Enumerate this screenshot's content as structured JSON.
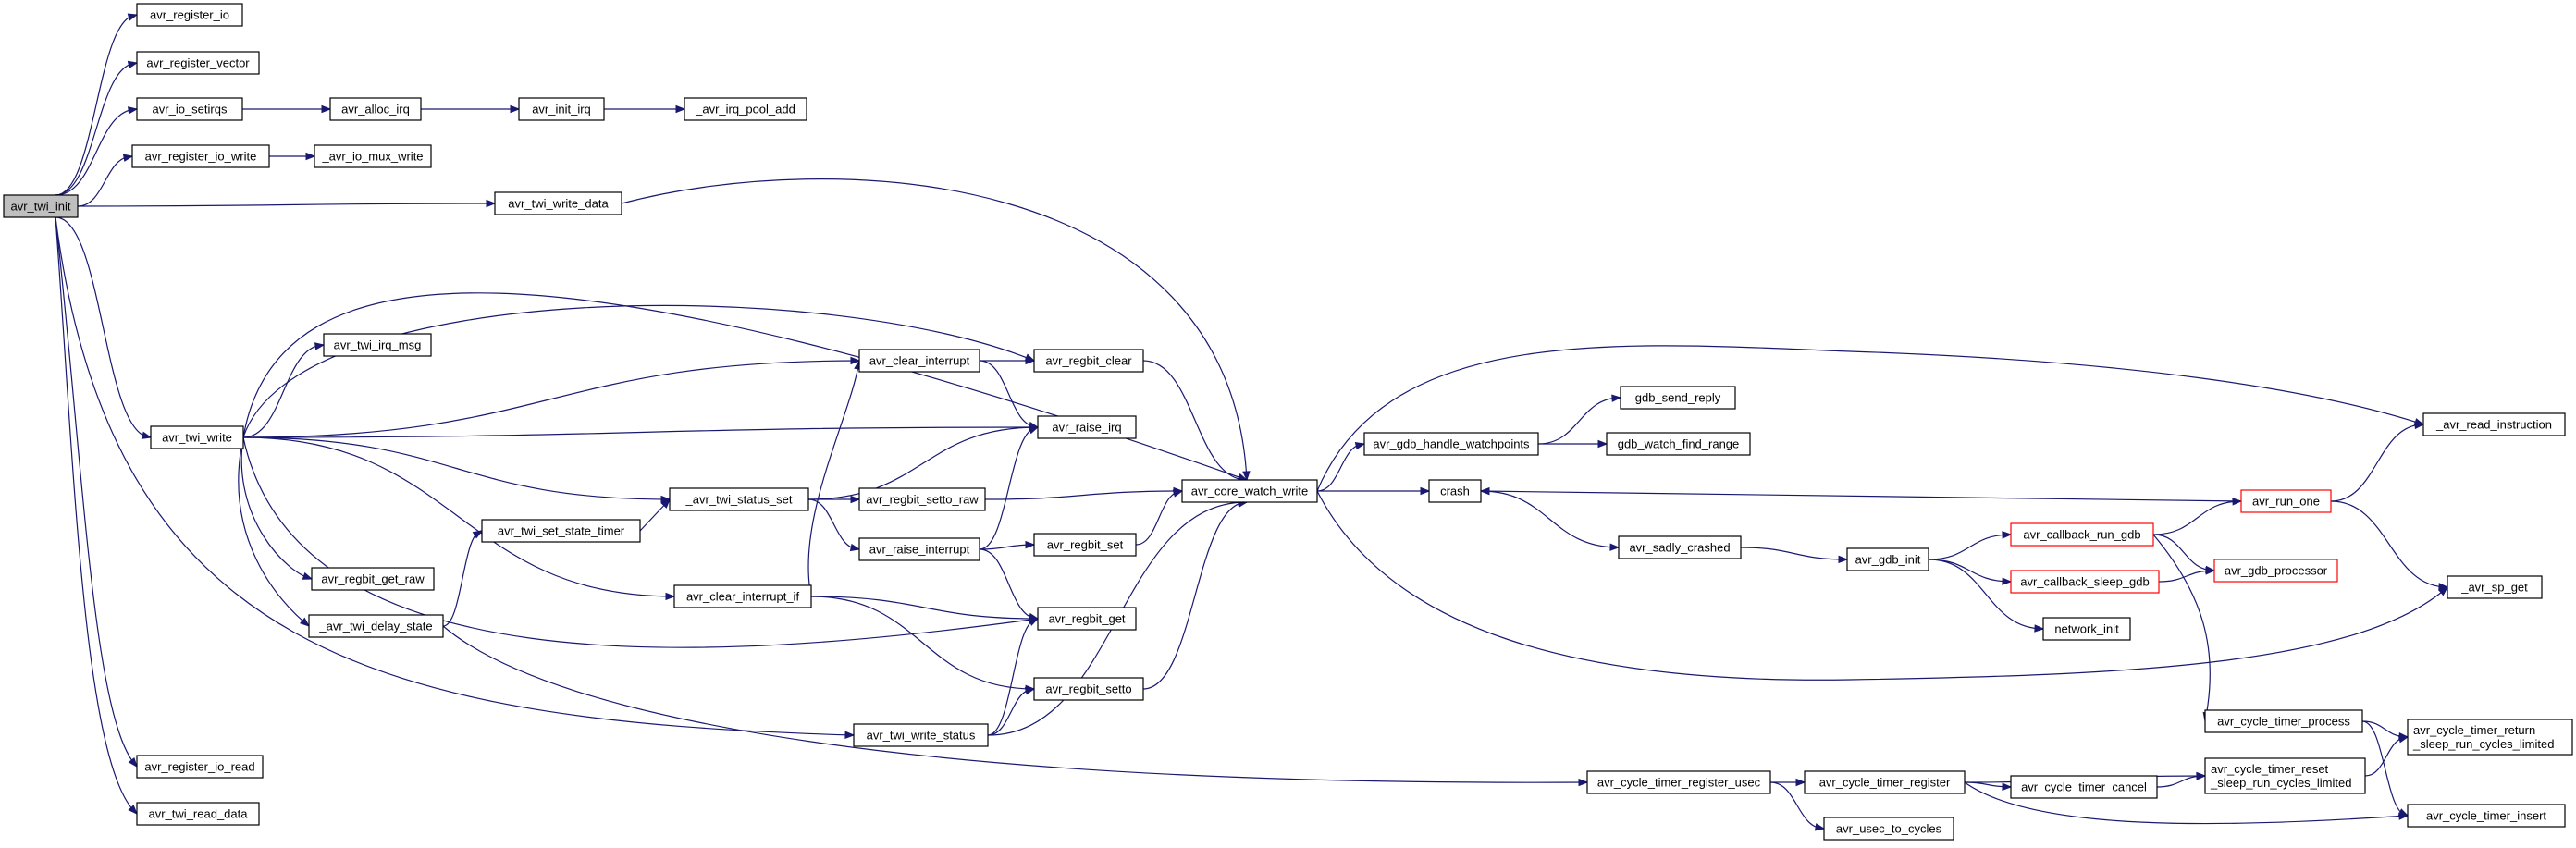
{
  "graph": {
    "root": "avr_twi_init",
    "nodes": [
      {
        "id": "avr_twi_init",
        "lines": [
          "avr_twi_init"
        ],
        "style": "root"
      },
      {
        "id": "avr_register_io",
        "lines": [
          "avr_register_io"
        ]
      },
      {
        "id": "avr_register_vector",
        "lines": [
          "avr_register_vector"
        ]
      },
      {
        "id": "avr_io_setirqs",
        "lines": [
          "avr_io_setirqs"
        ]
      },
      {
        "id": "avr_alloc_irq",
        "lines": [
          "avr_alloc_irq"
        ]
      },
      {
        "id": "avr_init_irq",
        "lines": [
          "avr_init_irq"
        ]
      },
      {
        "id": "_avr_irq_pool_add",
        "lines": [
          "_avr_irq_pool_add"
        ]
      },
      {
        "id": "avr_register_io_write",
        "lines": [
          "avr_register_io_write"
        ]
      },
      {
        "id": "_avr_io_mux_write",
        "lines": [
          "_avr_io_mux_write"
        ]
      },
      {
        "id": "avr_twi_write_data",
        "lines": [
          "avr_twi_write_data"
        ]
      },
      {
        "id": "avr_twi_irq_msg",
        "lines": [
          "avr_twi_irq_msg"
        ]
      },
      {
        "id": "avr_twi_write",
        "lines": [
          "avr_twi_write"
        ]
      },
      {
        "id": "avr_clear_interrupt",
        "lines": [
          "avr_clear_interrupt"
        ]
      },
      {
        "id": "avr_regbit_clear",
        "lines": [
          "avr_regbit_clear"
        ]
      },
      {
        "id": "avr_raise_irq",
        "lines": [
          "avr_raise_irq"
        ]
      },
      {
        "id": "_avr_twi_status_set",
        "lines": [
          "_avr_twi_status_set"
        ]
      },
      {
        "id": "avr_regbit_setto_raw",
        "lines": [
          "avr_regbit_setto_raw"
        ]
      },
      {
        "id": "avr_twi_set_state_timer",
        "lines": [
          "avr_twi_set_state_timer"
        ]
      },
      {
        "id": "avr_raise_interrupt",
        "lines": [
          "avr_raise_interrupt"
        ]
      },
      {
        "id": "avr_regbit_set",
        "lines": [
          "avr_regbit_set"
        ]
      },
      {
        "id": "avr_regbit_get_raw",
        "lines": [
          "avr_regbit_get_raw"
        ]
      },
      {
        "id": "avr_clear_interrupt_if",
        "lines": [
          "avr_clear_interrupt_if"
        ]
      },
      {
        "id": "_avr_twi_delay_state",
        "lines": [
          "_avr_twi_delay_state"
        ]
      },
      {
        "id": "avr_regbit_get",
        "lines": [
          "avr_regbit_get"
        ]
      },
      {
        "id": "avr_regbit_setto",
        "lines": [
          "avr_regbit_setto"
        ]
      },
      {
        "id": "avr_twi_write_status",
        "lines": [
          "avr_twi_write_status"
        ]
      },
      {
        "id": "avr_register_io_read",
        "lines": [
          "avr_register_io_read"
        ]
      },
      {
        "id": "avr_twi_read_data",
        "lines": [
          "avr_twi_read_data"
        ]
      },
      {
        "id": "avr_core_watch_write",
        "lines": [
          "avr_core_watch_write"
        ]
      },
      {
        "id": "avr_gdb_handle_watchpoints",
        "lines": [
          "avr_gdb_handle_watchpoints"
        ]
      },
      {
        "id": "gdb_send_reply",
        "lines": [
          "gdb_send_reply"
        ]
      },
      {
        "id": "gdb_watch_find_range",
        "lines": [
          "gdb_watch_find_range"
        ]
      },
      {
        "id": "crash",
        "lines": [
          "crash"
        ]
      },
      {
        "id": "avr_sadly_crashed",
        "lines": [
          "avr_sadly_crashed"
        ]
      },
      {
        "id": "avr_gdb_init",
        "lines": [
          "avr_gdb_init"
        ]
      },
      {
        "id": "avr_callback_run_gdb",
        "lines": [
          "avr_callback_run_gdb"
        ],
        "style": "truncated"
      },
      {
        "id": "avr_callback_sleep_gdb",
        "lines": [
          "avr_callback_sleep_gdb"
        ],
        "style": "truncated"
      },
      {
        "id": "network_init",
        "lines": [
          "network_init"
        ]
      },
      {
        "id": "avr_gdb_processor",
        "lines": [
          "avr_gdb_processor"
        ],
        "style": "truncated"
      },
      {
        "id": "avr_run_one",
        "lines": [
          "avr_run_one"
        ],
        "style": "truncated"
      },
      {
        "id": "_avr_read_instruction",
        "lines": [
          "_avr_read_instruction"
        ]
      },
      {
        "id": "_avr_sp_get",
        "lines": [
          "_avr_sp_get"
        ]
      },
      {
        "id": "avr_cycle_timer_register_usec",
        "lines": [
          "avr_cycle_timer_register_usec"
        ]
      },
      {
        "id": "avr_cycle_timer_register",
        "lines": [
          "avr_cycle_timer_register"
        ]
      },
      {
        "id": "avr_usec_to_cycles",
        "lines": [
          "avr_usec_to_cycles"
        ]
      },
      {
        "id": "avr_cycle_timer_cancel",
        "lines": [
          "avr_cycle_timer_cancel"
        ]
      },
      {
        "id": "avr_cycle_timer_process",
        "lines": [
          "avr_cycle_timer_process"
        ]
      },
      {
        "id": "avr_cycle_timer_reset_sleep_run_cycles_limited",
        "lines": [
          "avr_cycle_timer_reset",
          "_sleep_run_cycles_limited"
        ]
      },
      {
        "id": "avr_cycle_timer_return_sleep_run_cycles_limited",
        "lines": [
          "avr_cycle_timer_return",
          "_sleep_run_cycles_limited"
        ]
      },
      {
        "id": "avr_cycle_timer_insert",
        "lines": [
          "avr_cycle_timer_insert"
        ]
      }
    ],
    "edges": [
      [
        "avr_twi_init",
        "avr_register_io"
      ],
      [
        "avr_twi_init",
        "avr_register_vector"
      ],
      [
        "avr_twi_init",
        "avr_io_setirqs"
      ],
      [
        "avr_io_setirqs",
        "avr_alloc_irq"
      ],
      [
        "avr_alloc_irq",
        "avr_init_irq"
      ],
      [
        "avr_init_irq",
        "_avr_irq_pool_add"
      ],
      [
        "avr_twi_init",
        "avr_register_io_write"
      ],
      [
        "avr_register_io_write",
        "_avr_io_mux_write"
      ],
      [
        "avr_twi_init",
        "avr_twi_write_data"
      ],
      [
        "avr_twi_write_data",
        "avr_core_watch_write"
      ],
      [
        "avr_twi_init",
        "avr_twi_write"
      ],
      [
        "avr_twi_init",
        "avr_twi_write_status"
      ],
      [
        "avr_twi_init",
        "avr_register_io_read"
      ],
      [
        "avr_twi_init",
        "avr_twi_read_data"
      ],
      [
        "avr_twi_write",
        "avr_twi_irq_msg"
      ],
      [
        "avr_twi_write",
        "avr_clear_interrupt"
      ],
      [
        "avr_twi_write",
        "avr_regbit_clear"
      ],
      [
        "avr_twi_write",
        "avr_core_watch_write"
      ],
      [
        "avr_twi_write",
        "avr_raise_irq"
      ],
      [
        "avr_twi_write",
        "_avr_twi_status_set"
      ],
      [
        "avr_twi_write",
        "avr_clear_interrupt_if"
      ],
      [
        "avr_twi_write",
        "avr_regbit_get_raw"
      ],
      [
        "avr_twi_write",
        "_avr_twi_delay_state"
      ],
      [
        "avr_twi_write",
        "avr_regbit_get"
      ],
      [
        "avr_clear_interrupt",
        "avr_regbit_clear"
      ],
      [
        "avr_clear_interrupt",
        "avr_raise_irq"
      ],
      [
        "avr_regbit_clear",
        "avr_core_watch_write"
      ],
      [
        "_avr_twi_status_set",
        "avr_raise_irq"
      ],
      [
        "_avr_twi_status_set",
        "avr_regbit_setto_raw"
      ],
      [
        "_avr_twi_status_set",
        "avr_raise_interrupt"
      ],
      [
        "avr_regbit_setto_raw",
        "avr_core_watch_write"
      ],
      [
        "avr_twi_set_state_timer",
        "_avr_twi_status_set"
      ],
      [
        "avr_raise_interrupt",
        "avr_raise_irq"
      ],
      [
        "avr_raise_interrupt",
        "avr_regbit_set"
      ],
      [
        "avr_raise_interrupt",
        "avr_regbit_get"
      ],
      [
        "avr_regbit_set",
        "avr_core_watch_write"
      ],
      [
        "_avr_twi_delay_state",
        "avr_twi_set_state_timer"
      ],
      [
        "_avr_twi_delay_state",
        "avr_cycle_timer_register_usec"
      ],
      [
        "avr_clear_interrupt_if",
        "avr_clear_interrupt"
      ],
      [
        "avr_clear_interrupt_if",
        "avr_regbit_get"
      ],
      [
        "avr_clear_interrupt_if",
        "avr_regbit_setto"
      ],
      [
        "avr_regbit_setto",
        "avr_core_watch_write"
      ],
      [
        "avr_twi_write_status",
        "avr_regbit_get"
      ],
      [
        "avr_twi_write_status",
        "avr_regbit_setto"
      ],
      [
        "avr_twi_write_status",
        "avr_core_watch_write"
      ],
      [
        "avr_core_watch_write",
        "avr_gdb_handle_watchpoints"
      ],
      [
        "avr_core_watch_write",
        "crash"
      ],
      [
        "avr_core_watch_write",
        "_avr_read_instruction"
      ],
      [
        "avr_core_watch_write",
        "_avr_sp_get"
      ],
      [
        "avr_gdb_handle_watchpoints",
        "gdb_send_reply"
      ],
      [
        "avr_gdb_handle_watchpoints",
        "gdb_watch_find_range"
      ],
      [
        "crash",
        "avr_sadly_crashed"
      ],
      [
        "avr_sadly_crashed",
        "avr_gdb_init"
      ],
      [
        "avr_gdb_init",
        "avr_callback_run_gdb"
      ],
      [
        "avr_gdb_init",
        "avr_callback_sleep_gdb"
      ],
      [
        "avr_gdb_init",
        "network_init"
      ],
      [
        "avr_callback_run_gdb",
        "avr_run_one"
      ],
      [
        "avr_callback_run_gdb",
        "avr_gdb_processor"
      ],
      [
        "avr_callback_run_gdb",
        "avr_cycle_timer_process"
      ],
      [
        "avr_callback_sleep_gdb",
        "avr_gdb_processor"
      ],
      [
        "avr_run_one",
        "crash"
      ],
      [
        "avr_run_one",
        "_avr_read_instruction"
      ],
      [
        "avr_run_one",
        "_avr_sp_get"
      ],
      [
        "avr_cycle_timer_register_usec",
        "avr_cycle_timer_register"
      ],
      [
        "avr_cycle_timer_register_usec",
        "avr_usec_to_cycles"
      ],
      [
        "avr_cycle_timer_register",
        "avr_cycle_timer_cancel"
      ],
      [
        "avr_cycle_timer_register",
        "avr_cycle_timer_reset_sleep_run_cycles_limited"
      ],
      [
        "avr_cycle_timer_register",
        "avr_cycle_timer_insert"
      ],
      [
        "avr_cycle_timer_cancel",
        "avr_cycle_timer_reset_sleep_run_cycles_limited"
      ],
      [
        "avr_cycle_timer_reset_sleep_run_cycles_limited",
        "avr_cycle_timer_return_sleep_run_cycles_limited"
      ],
      [
        "avr_cycle_timer_process",
        "avr_cycle_timer_return_sleep_run_cycles_limited"
      ],
      [
        "avr_cycle_timer_process",
        "avr_cycle_timer_insert"
      ]
    ]
  },
  "colors": {
    "edge": "#191970",
    "node_border": "#000000",
    "root_fill": "#bfbfbf",
    "truncated_border": "#ff0000",
    "background": "#ffffff"
  }
}
